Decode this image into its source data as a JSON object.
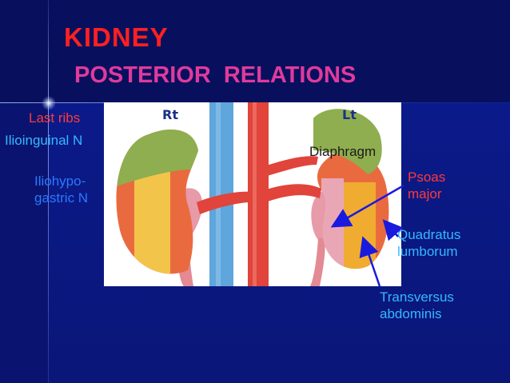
{
  "slide": {
    "title": "KIDNEY",
    "subtitle": "POSTERIOR  RELATIONS"
  },
  "labels": {
    "last_ribs": "Last ribs",
    "ilioinguinal": "Ilioinguinal N",
    "iliohypogastric": "Iliohypo-\ngastric N",
    "rt": "Rt",
    "lt": "Lt",
    "diaphragm": "Diaphragm",
    "psoas": "Psoas\nmajor",
    "quadratus": "Quadratus\nlumborum",
    "transversus": "Transversus\nabdominis"
  },
  "colors": {
    "title": "#ff2020",
    "subtitle": "#e03a9c",
    "background": "#0a1470",
    "arrow": "#1a1adf",
    "diaphragm_region": "#8fae4f",
    "quadratus_region": "#f0ac30",
    "transversus_region": "#ea6a40",
    "aorta": "#e0443a",
    "vena_cava": "#5ea6dc"
  }
}
